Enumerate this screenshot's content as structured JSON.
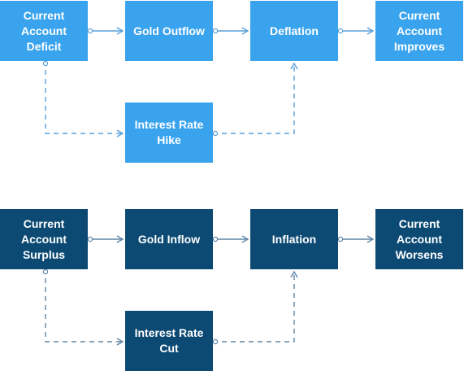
{
  "colors": {
    "light_box": "#3aa3ee",
    "dark_box": "#0c4a74",
    "light_line": "#5aa0d8",
    "dark_line": "#5f86a6",
    "text": "#ffffff"
  },
  "deficit_flow": {
    "current_account_deficit": "Current Account Deficit",
    "gold_outflow": "Gold Outflow",
    "deflation": "Deflation",
    "current_account_improves": "Current Account Improves",
    "interest_rate_hike": "Interest Rate Hike"
  },
  "surplus_flow": {
    "current_account_surplus": "Current Account Surplus",
    "gold_inflow": "Gold Inflow",
    "inflation": "Inflation",
    "current_account_worsens": "Current Account Worsens",
    "interest_rate_cut": "Interest Rate Cut"
  }
}
